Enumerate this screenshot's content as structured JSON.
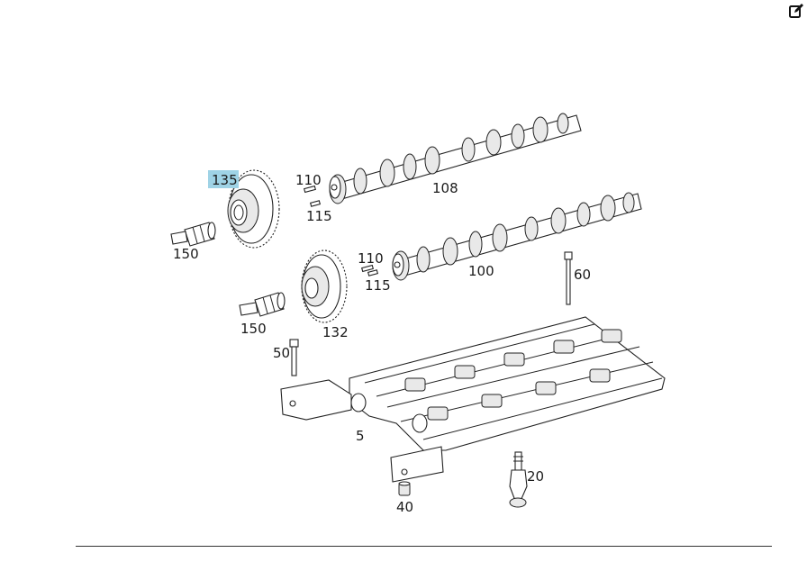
{
  "toolbar": {
    "edit_icon": "edit-icon"
  },
  "parts": [
    {
      "id": "135",
      "label": "135",
      "highlighted": true
    },
    {
      "id": "110a",
      "label": "110"
    },
    {
      "id": "115a",
      "label": "115"
    },
    {
      "id": "108",
      "label": "108"
    },
    {
      "id": "150a",
      "label": "150"
    },
    {
      "id": "110b",
      "label": "110"
    },
    {
      "id": "100",
      "label": "100"
    },
    {
      "id": "115b",
      "label": "115"
    },
    {
      "id": "60",
      "label": "60"
    },
    {
      "id": "150b",
      "label": "150"
    },
    {
      "id": "132",
      "label": "132"
    },
    {
      "id": "50",
      "label": "50"
    },
    {
      "id": "5",
      "label": "5"
    },
    {
      "id": "20",
      "label": "20"
    },
    {
      "id": "40",
      "label": "40"
    }
  ],
  "colors": {
    "highlight": "#9fd3e6",
    "line": "#222222",
    "background": "#ffffff"
  }
}
